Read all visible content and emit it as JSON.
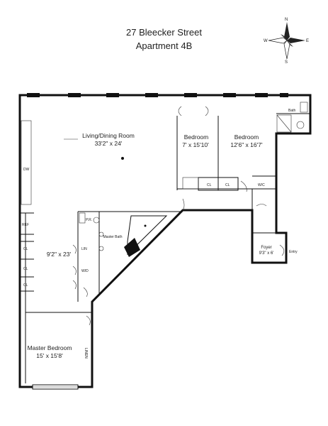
{
  "header": {
    "line1": "27 Bleecker Street",
    "line2": "Apartment 4B"
  },
  "compass": {
    "n": "N",
    "s": "S",
    "e": "E",
    "w": "W"
  },
  "rooms": {
    "living_name": "Living/Dining Room",
    "living_dim": "33'2\" x 24'",
    "bedroom1_name": "Bedroom",
    "bedroom1_dim": "7' x 15'10'",
    "bedroom2_name": "Bedroom",
    "bedroom2_dim": "12'6\" x 16'7'",
    "master_bath_name": "Master Bath",
    "master_name": "Master Bedroom",
    "master_dim": "15' x 15'8'",
    "hall_dim": "9'2\" x 23'",
    "foyer_name": "Foyer",
    "foyer_dim": "9'3\" x 6'",
    "bath_name": "Bath"
  },
  "labels": {
    "cl": "CL",
    "wic": "W/C",
    "entry": "Entry",
    "dw": "DW",
    "ref": "REF",
    "lin": "LIN",
    "wd": "W/D",
    "pr": "P.R.",
    "linen": "LINEN"
  }
}
